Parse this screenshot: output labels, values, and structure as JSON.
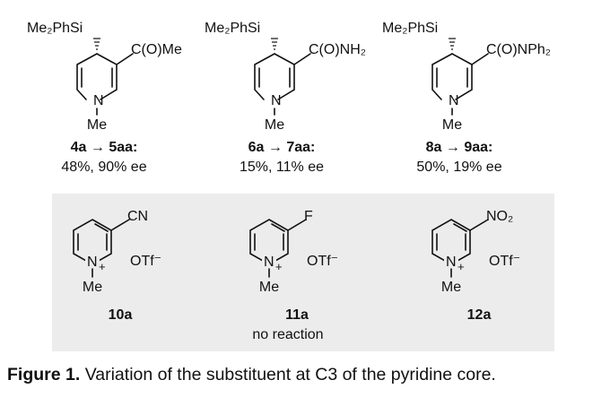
{
  "colors": {
    "panel_bg": "#ececec",
    "ink": "#111111"
  },
  "top_row": [
    {
      "silyl": "Me₂PhSi",
      "substituent": "C(O)Me",
      "nitrogen": "N",
      "n_methyl": "Me",
      "transformation": "4a → 5aa:",
      "result": "48%, 90% ee"
    },
    {
      "silyl": "Me₂PhSi",
      "substituent": "C(O)NH₂",
      "nitrogen": "N",
      "n_methyl": "Me",
      "transformation": "6a → 7aa:",
      "result": "15%, 11% ee"
    },
    {
      "silyl": "Me₂PhSi",
      "substituent": "C(O)NPh₂",
      "nitrogen": "N",
      "n_methyl": "Me",
      "transformation": "8a → 9aa:",
      "result": "50%, 19% ee"
    }
  ],
  "bottom_row": [
    {
      "substituent": "CN",
      "nitrogen": "N",
      "charge": "+",
      "counterion": "OTf⁻",
      "n_methyl": "Me",
      "label": "10a",
      "note": ""
    },
    {
      "substituent": "F",
      "nitrogen": "N",
      "charge": "+",
      "counterion": "OTf⁻",
      "n_methyl": "Me",
      "label": "11a",
      "note": "no reaction"
    },
    {
      "substituent": "NO₂",
      "nitrogen": "N",
      "charge": "+",
      "counterion": "OTf⁻",
      "n_methyl": "Me",
      "label": "12a",
      "note": ""
    }
  ],
  "caption": {
    "label": "Figure 1.",
    "text": " Variation of the substituent at C3 of the pyridine core."
  }
}
